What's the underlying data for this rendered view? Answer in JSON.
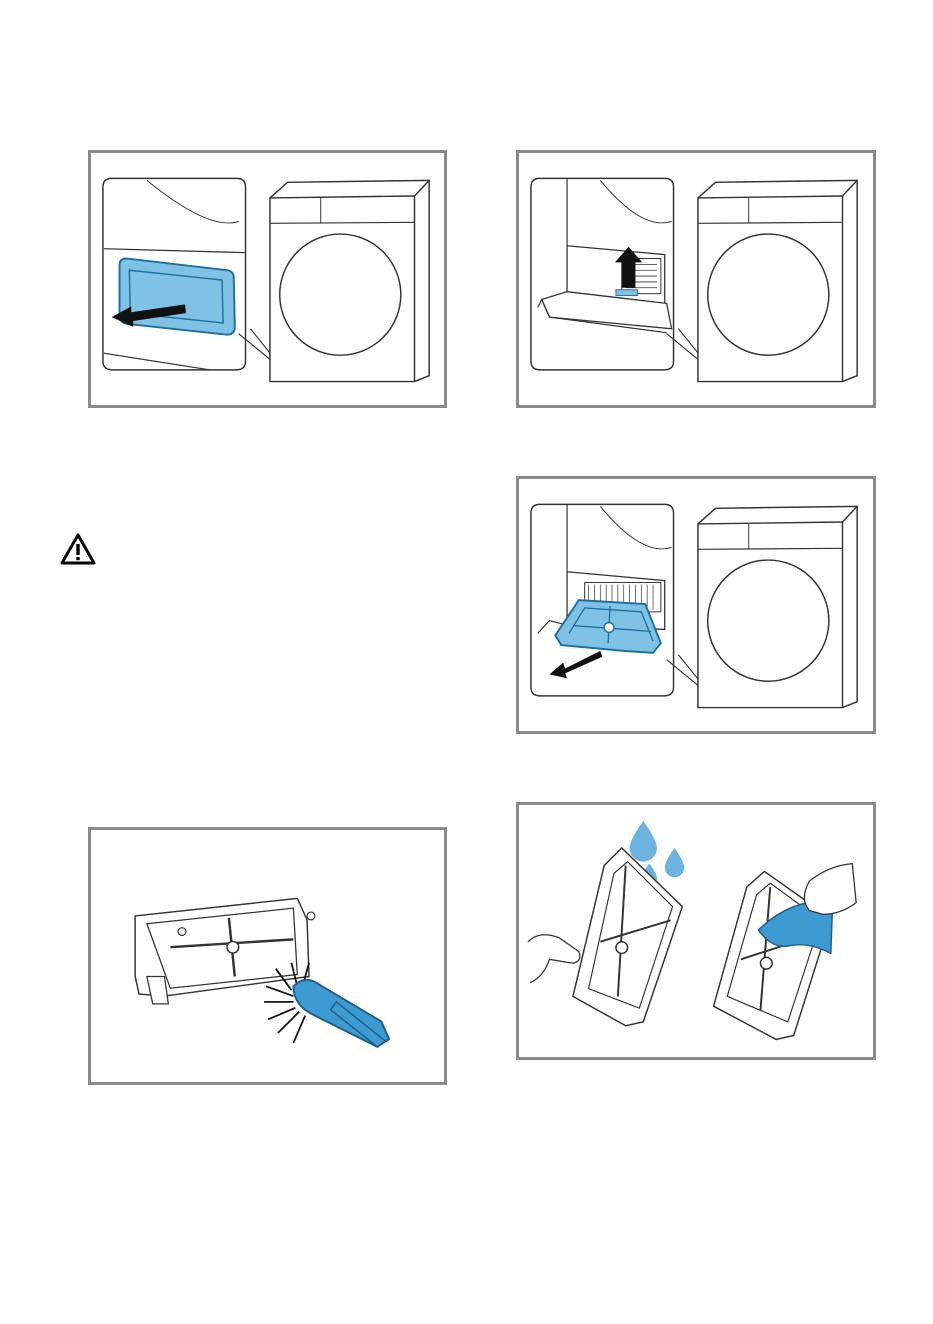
{
  "accent_color": "#3d9bd1",
  "accent_fill": "#7fc2e6",
  "frame_color": "#8a8a8a",
  "icons": {
    "warning": "warning-triangle-icon"
  },
  "illustrations": [
    {
      "id": "step-1",
      "subject": "pull-out-filter-cover",
      "arrow": "left"
    },
    {
      "id": "step-2",
      "subject": "lift-filter-lever",
      "arrow": "up"
    },
    {
      "id": "step-3",
      "subject": "pull-out-filter",
      "arrow": "down-left"
    },
    {
      "id": "step-4",
      "subject": "brush-clean-filter-frame"
    },
    {
      "id": "step-5",
      "subject": "rinse-and-wipe-filter"
    }
  ]
}
